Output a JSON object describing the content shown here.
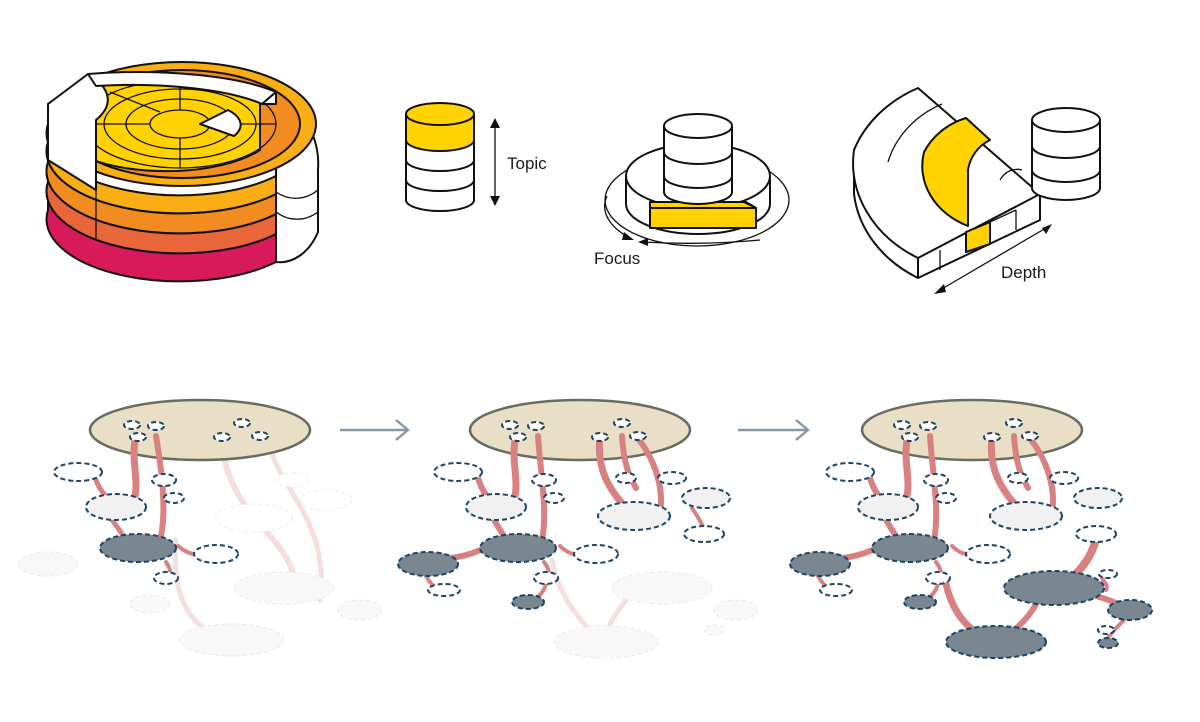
{
  "labels": {
    "topic": "Topic",
    "focus": "Focus",
    "depth": "Depth"
  },
  "colors": {
    "yellow": "#FFD200",
    "amber": "#F9AE15",
    "orange": "#F28C20",
    "deep_orange": "#E8663A",
    "red": "#E0404A",
    "magenta": "#D81A5A",
    "node_dark": "#7a8791",
    "node_light": "#f1f1f1",
    "node_border": "#1d4566",
    "edge": "#d98080",
    "map_fill": "#e9dfc6",
    "arrow": "#8a96a0"
  },
  "icons": [
    "stacked-layers-icon",
    "topic-cylinder-icon",
    "focus-ring-icon",
    "depth-wedge-icon",
    "graph-network-icon",
    "right-arrow-icon"
  ]
}
